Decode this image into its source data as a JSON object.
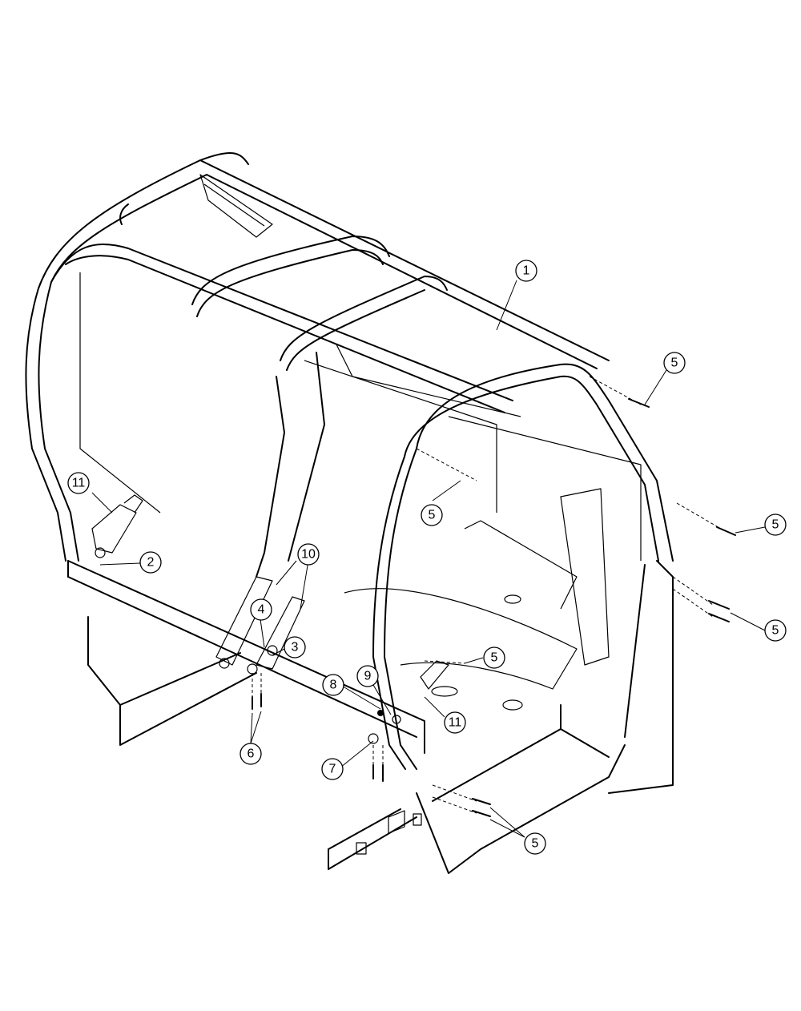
{
  "callouts": [
    {
      "id": "c1",
      "label": "1"
    },
    {
      "id": "c5a",
      "label": "5"
    },
    {
      "id": "c5b",
      "label": "5"
    },
    {
      "id": "c5c",
      "label": "5"
    },
    {
      "id": "c11a",
      "label": "11"
    },
    {
      "id": "c2",
      "label": "2"
    },
    {
      "id": "c10",
      "label": "10"
    },
    {
      "id": "c4",
      "label": "4"
    },
    {
      "id": "c3",
      "label": "3"
    },
    {
      "id": "c5d",
      "label": "5"
    },
    {
      "id": "c5e",
      "label": "5"
    },
    {
      "id": "c8",
      "label": "8"
    },
    {
      "id": "c9",
      "label": "9"
    },
    {
      "id": "c11b",
      "label": "11"
    },
    {
      "id": "c6",
      "label": "6"
    },
    {
      "id": "c7",
      "label": "7"
    },
    {
      "id": "c5f",
      "label": "5"
    }
  ]
}
